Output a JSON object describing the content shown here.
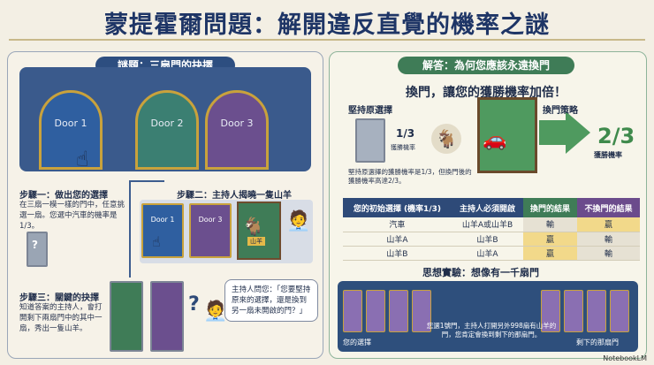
{
  "title": "蒙提霍爾問題：解開違反直覺的機率之謎",
  "left": {
    "header": "謎題：三扇門的抉擇",
    "doors": [
      "Door 1",
      "Door 2",
      "Door 3"
    ],
    "step1_title": "步驟一：做出您的選擇",
    "step1_text": "在三扇一模一樣的門中，任意挑選一扇。您選中汽車的機率是1/3。",
    "step2_title": "步驟二：主持人揭曉一隻山羊",
    "step2_doors": [
      "Door 1",
      "Door 3"
    ],
    "goat_sign": "山羊",
    "step3_title": "步驟三：關鍵的抉擇",
    "step3_text": "知道答案的主持人，會打開剩下兩扇門中的其中一扇，秀出一隻山羊。",
    "host_bubble": "主持人問您：「您要堅持原來的選擇，還是換到另一扇未開啟的門？」",
    "question_mark": "?"
  },
  "right": {
    "header": "解答：為何您應該永遠換門",
    "headline": "換門，讓您的獲勝機率加倍！",
    "stick_label": "堅持原選擇",
    "stick_prob": "1/3",
    "stick_sub": "獲勝機率",
    "switch_label": "換門策略",
    "switch_prob": "2/3",
    "switch_sub": "獲勝機率",
    "explain": "堅持原選擇的獲勝機率是1/3，但換門後的獲勝機率高達2/3。",
    "table": {
      "headers": [
        "您的初始選擇\n(機率1/3)",
        "主持人必須開啟",
        "換門的結果",
        "不換門的結果"
      ],
      "rows": [
        [
          "汽車",
          "山羊A或山羊B",
          "輸",
          "贏"
        ],
        [
          "山羊A",
          "山羊B",
          "贏",
          "輸"
        ],
        [
          "山羊B",
          "山羊A",
          "贏",
          "輸"
        ]
      ]
    },
    "thought_title": "思想實驗：想像有一千扇門",
    "your_choice": "您的選擇",
    "remaining_door": "剩下的那扇門",
    "thought_text": "您選1號門，主持人打開另外998扇有山羊的門，您肯定會換到剩下的那扇門。"
  },
  "watermark": "NotebookLM",
  "colors": {
    "navy": "#1e3566",
    "green": "#3f7c57",
    "gold": "#c9a23c",
    "purple": "#6b4f8e"
  }
}
